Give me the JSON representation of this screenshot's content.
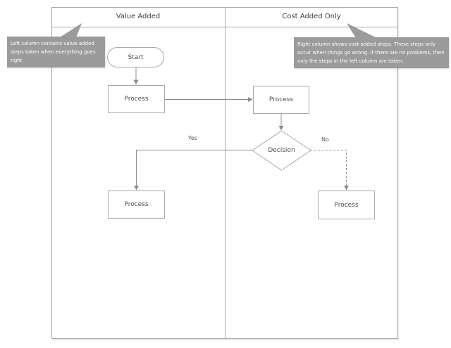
{
  "colors": {
    "background": "#ffffff",
    "frame_border": "#a8a8a8",
    "shape_border": "#a6a9ad",
    "connector": "#8c8c8c",
    "callout_fill": "#9b9b9b",
    "callout_text": "#ffffff",
    "text": "#4d4d4d"
  },
  "diagram": {
    "columns": [
      {
        "header": "Value Added"
      },
      {
        "header": "Cost Added Only"
      }
    ],
    "callouts": {
      "left": "Left column contains value-added steps taken when everything goes right",
      "right": "Right column shows cost-added steps. These steps only occur when things go wrong. If there are no problems, then only the steps in the left column are taken."
    },
    "nodes": {
      "start": "Start",
      "process_left_top": "Process",
      "process_right_top": "Process",
      "decision": "Decision",
      "process_left_bottom": "Process",
      "process_right_bottom": "Process"
    },
    "edge_labels": {
      "yes": "Yes",
      "no": "No"
    }
  }
}
